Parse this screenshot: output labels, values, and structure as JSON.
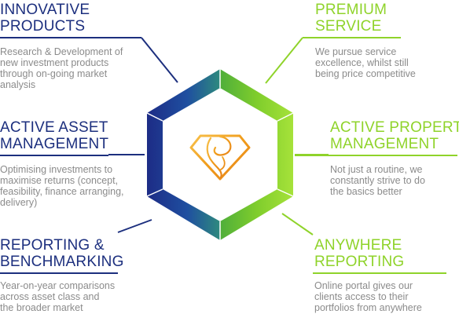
{
  "colors": {
    "navy": "#1c2f7e",
    "green": "#8fd32a",
    "gray_text": "#8b8b8b",
    "gold": "#f2a21c"
  },
  "logo": {
    "icon": "gold-diamond-monogram-logo"
  },
  "sections": {
    "innovative_products": {
      "title": [
        "INNOVATIVE",
        "PRODUCTS"
      ],
      "desc": [
        "Research & Development of",
        "new investment products",
        "through on-going market",
        "analysis"
      ]
    },
    "active_asset_management": {
      "title": [
        "ACTIVE ASSET",
        "MANAGEMENT"
      ],
      "desc": [
        "Optimising investments to",
        "maximise returns (concept,",
        "feasibility, finance arranging,",
        "delivery)"
      ]
    },
    "reporting_benchmarking": {
      "title": [
        "REPORTING &",
        "BENCHMARKING"
      ],
      "desc": [
        "Year-on-year comparisons",
        "across asset class and",
        "the broader market"
      ]
    },
    "premium_service": {
      "title": [
        "PREMIUM",
        "SERVICE"
      ],
      "desc": [
        "We pursue service",
        "excellence, whilst still",
        "being price competitive"
      ]
    },
    "active_property_management": {
      "title": [
        "ACTIVE PROPERTY",
        "MANAGEMENT"
      ],
      "desc": [
        "Not just a routine, we",
        "constantly strive to do",
        "the basics better"
      ]
    },
    "anywhere_reporting": {
      "title": [
        "ANYWHERE",
        "REPORTING"
      ],
      "desc": [
        "Online portal gives our",
        "clients access to their",
        "portfolios from anywhere"
      ]
    }
  }
}
